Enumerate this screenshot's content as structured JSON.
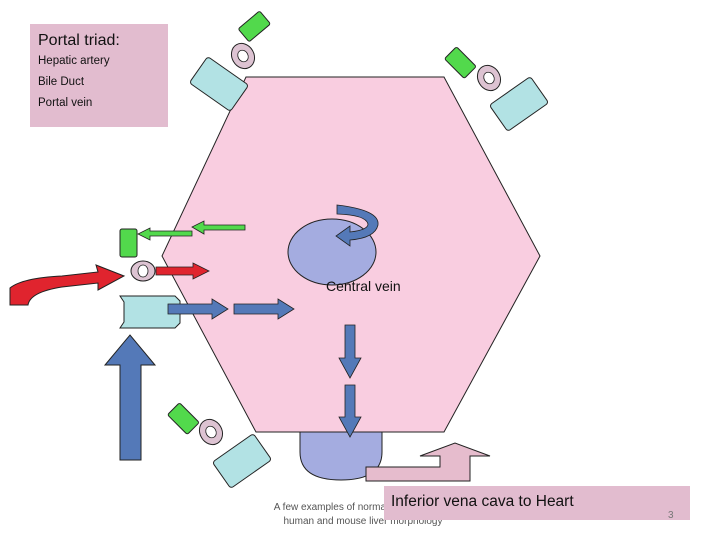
{
  "legend": {
    "title": "Portal triad:",
    "items": [
      "Hepatic artery",
      "Bile Duct",
      "Portal vein"
    ]
  },
  "labels": {
    "central_vein": "Central vein",
    "ivc": "Inferior vena cava to Heart"
  },
  "footer": {
    "line1": "A few examples of normal and abnormal",
    "line2": "human and mouse liver morphology"
  },
  "page_number": "3",
  "colors": {
    "lobule": "#f9cde0",
    "central_vein": "#a4ace0",
    "portal_vein": "#b2e2e4",
    "hepatic_artery": "#ddc3d2",
    "bile_duct": "#52d94c",
    "blue_arrow": "#5479b8",
    "red_arrow": "#e0242e",
    "green_arrow": "#52d94c",
    "pink_arrow": "#e6bccd",
    "legend_bg": "#e2bccf"
  }
}
